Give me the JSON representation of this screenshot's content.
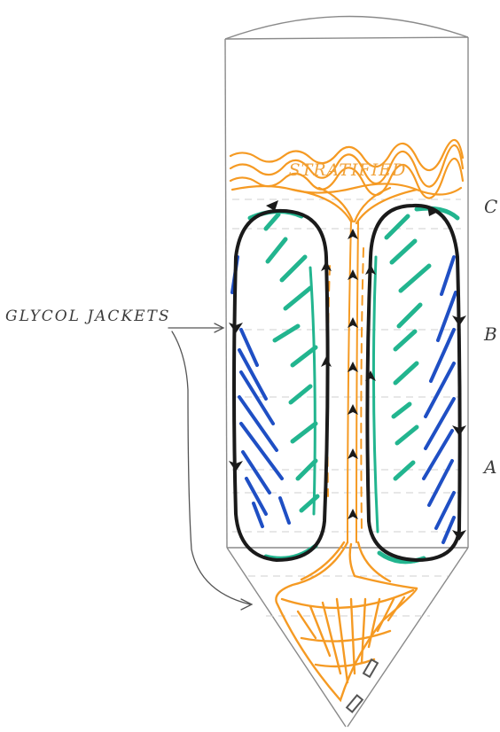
{
  "labels": {
    "stratified": "STRATIFIED",
    "glycol": "GLYCOL JACKETS",
    "zone_c": "C",
    "zone_b": "B",
    "zone_a": "A"
  },
  "colors": {
    "ink": "#1a1a1a",
    "outline": "#8a8a8a",
    "orange": "#f59a23",
    "teal": "#22b58f",
    "blue": "#1f4fc4",
    "dash": "#c9c9c9"
  }
}
